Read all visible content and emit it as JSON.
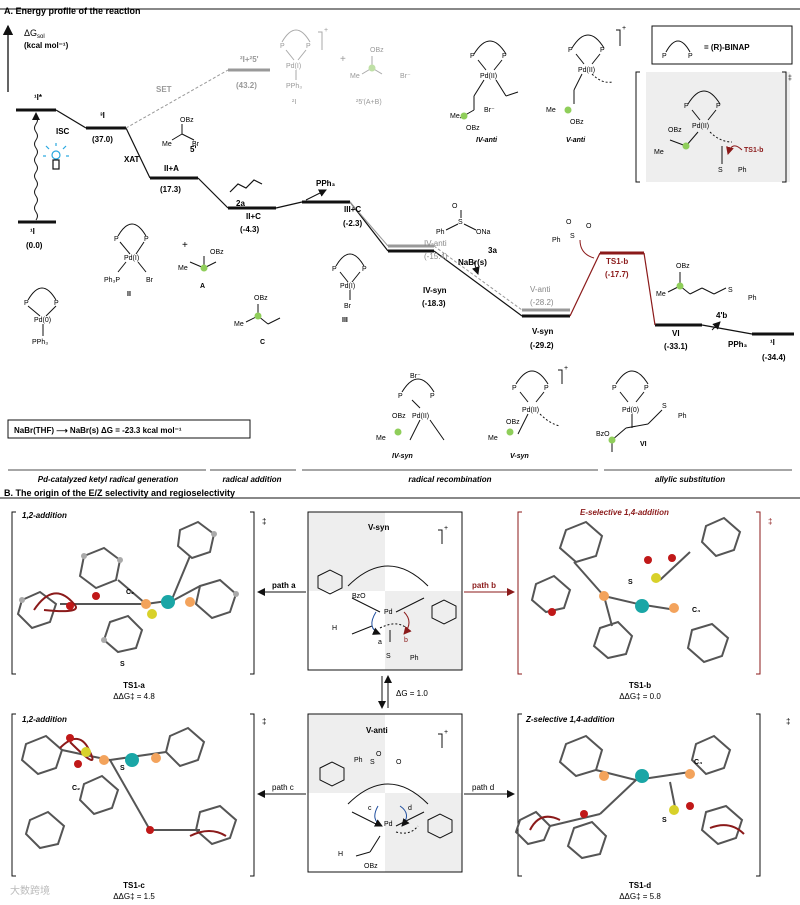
{
  "section_a": {
    "title": "A. Energy profile of the reaction",
    "y_axis_label_1": "ΔG",
    "y_axis_label_sub": "sol",
    "y_axis_label_2": "(kcal mol⁻¹)",
    "legend_binap": "= (R)-BINAP"
  },
  "levels": [
    {
      "label": "¹I*",
      "value": ""
    },
    {
      "label": "³I",
      "value": "(37.0)"
    },
    {
      "label": "²I+²5'",
      "value": "(43.2)"
    },
    {
      "label": "II+A",
      "value": "(17.3)"
    },
    {
      "label": "II+C",
      "value": "(-4.3)"
    },
    {
      "label": "III+C",
      "value": "(-2.3)"
    },
    {
      "label": "IV-anti",
      "value": "(-15.4)"
    },
    {
      "label": "IV-syn",
      "value": "(-18.3)"
    },
    {
      "label": "V-anti",
      "value": "(-28.2)"
    },
    {
      "label": "V-syn",
      "value": "(-29.2)"
    },
    {
      "label": "TS1-b",
      "value": "(-17.7)"
    },
    {
      "label": "VI",
      "value": "(-33.1)"
    },
    {
      "label": "¹I",
      "value": "(-34.4)"
    },
    {
      "label": "¹I",
      "value": "(0.0)"
    }
  ],
  "step_labels": {
    "isc": "ISC",
    "set": "SET",
    "xat": "XAT",
    "pph3": "PPh₃",
    "na_br": "NaBr(s)",
    "sub_2a": "2a",
    "sub_3a": "3a",
    "sub_4b": "4'b",
    "sub_5": "5'",
    "pph3_end": "PPh₃",
    "ts1b_tag": "TS1-b"
  },
  "structures": {
    "II": "II",
    "A": "A",
    "C": "C",
    "III": "III",
    "2I": "²I",
    "radical_5": "²5'(A+B)",
    "IV_anti": "IV-anti",
    "V_anti": "V-anti",
    "IV_syn": "IV-syn",
    "V_syn": "V-syn",
    "VI": "VI"
  },
  "nabr_box": "NaBr(THF) ⟶ NaBr(s) ΔG = -23.3 kcal mol⁻¹",
  "stages": [
    "Pd-catalyzed ketyl radical generation",
    "radical addition",
    "radical recombination",
    "allylic substitution"
  ],
  "section_b": {
    "title": "B. The origin of the E/Z selectivity and regioselectivity",
    "panels": [
      {
        "heading": "1,2-addition",
        "name": "TS1-a",
        "ddg": "ΔΔG‡ = 4.8"
      },
      {
        "heading": "E-selective 1,4-addition",
        "name": "TS1-b",
        "ddg": "ΔΔG‡ = 0.0"
      },
      {
        "heading": "1,2-addition",
        "name": "TS1-c",
        "ddg": "ΔΔG‡ = 1.5"
      },
      {
        "heading": "Z-selective 1,4-addition",
        "name": "TS1-d",
        "ddg": "ΔΔG‡ = 5.8"
      }
    ],
    "center_top": "V-syn",
    "center_bottom": "V-anti",
    "delta_g": "ΔG = 1.0",
    "paths": [
      "path a",
      "path b",
      "path c",
      "path d"
    ]
  },
  "watermark": "大数跨境"
}
